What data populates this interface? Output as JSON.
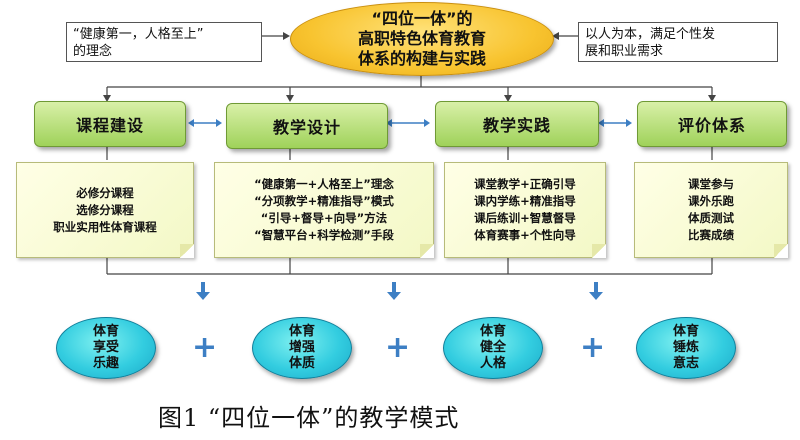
{
  "left_note": {
    "line1": "“健康第一，人格至上”",
    "line2": "的理念"
  },
  "right_note": {
    "line1": "以人为本，满足个性发",
    "line2": "展和职业需求"
  },
  "center_title": {
    "line1": "“四位一体”的",
    "line2": "高职特色体育教育",
    "line3": "体系的构建与实践"
  },
  "categories": [
    {
      "label": "课程建设"
    },
    {
      "label": "教学设计"
    },
    {
      "label": "教学实践"
    },
    {
      "label": "评价体系"
    }
  ],
  "details": [
    {
      "lines": [
        "必修分课程",
        "选修分课程",
        "职业实用性体育课程"
      ]
    },
    {
      "lines": [
        "“健康第一+人格至上”理念",
        "“分项教学+精准指导”模式",
        "“引导+督导+向导”方法",
        "“智慧平台+科学检测”手段"
      ]
    },
    {
      "lines": [
        "课堂教学+正确引导",
        "课内学练+精准指导",
        "课后练训+智慧督导",
        "体育赛事+个性向导"
      ]
    },
    {
      "lines": [
        "课堂参与",
        "课外乐跑",
        "体质测试",
        "比赛成绩"
      ]
    }
  ],
  "outcomes": [
    {
      "lines": [
        "体育",
        "享受",
        "乐趣"
      ]
    },
    {
      "lines": [
        "体育",
        "增强",
        "体质"
      ]
    },
    {
      "lines": [
        "体育",
        "健全",
        "人格"
      ]
    },
    {
      "lines": [
        "体育",
        "锤炼",
        "意志"
      ]
    }
  ],
  "plus_symbol": "+",
  "caption": "图1 “四位一体”的教学模式",
  "colors": {
    "title_fill": "#f8c430",
    "category_fill": "#9fd25a",
    "note_fill": "#ffffe6",
    "outcome_fill": "#33cde0",
    "arrow": "#3d7fc4"
  }
}
